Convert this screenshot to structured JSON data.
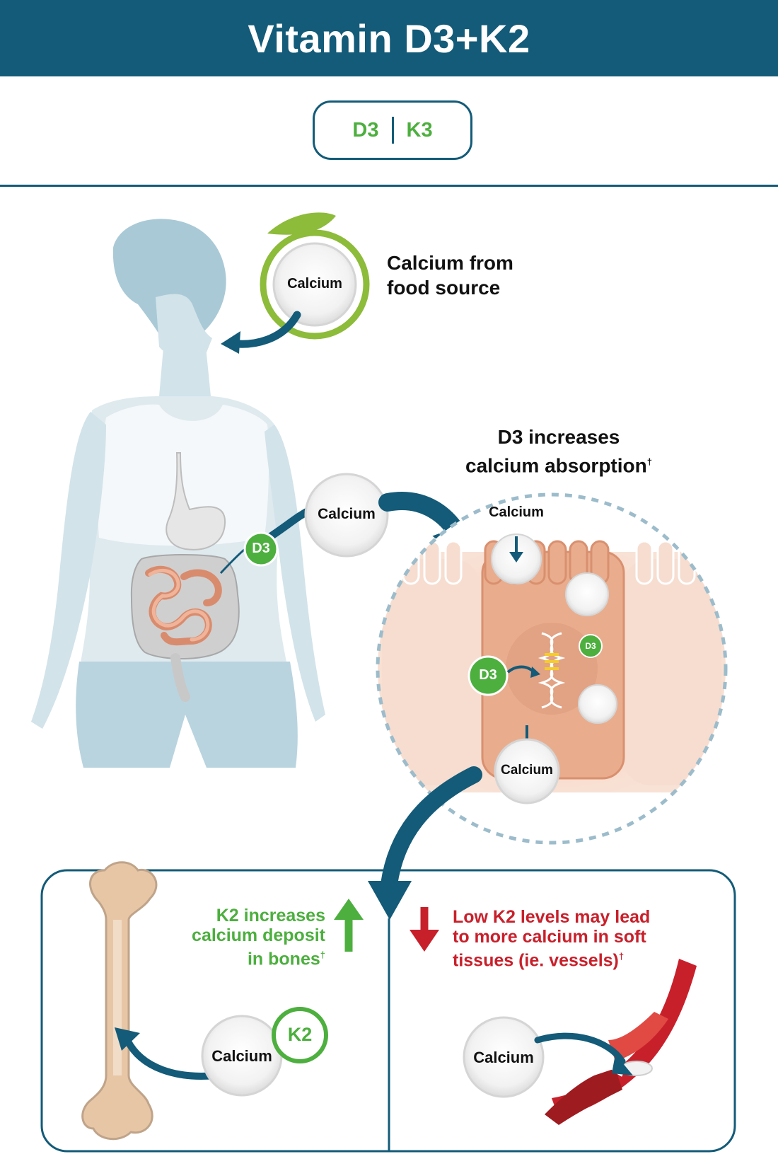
{
  "header": {
    "title": "Vitamin D3+K2"
  },
  "tabs": [
    {
      "label": "D3"
    },
    {
      "label": "K3"
    }
  ],
  "food": {
    "calcium_label": "Calcium",
    "caption_line1": "Calcium from",
    "caption_line2": "food source"
  },
  "intestine": {
    "d3_badge": "D3",
    "calcium_label": "Calcium"
  },
  "absorption": {
    "title_line1": "D3 increases",
    "title_line2": "calcium absorption",
    "dagger": "†",
    "calcium_in": "Calcium",
    "calcium_out": "Calcium",
    "d3_small": "D3",
    "d3_large": "D3"
  },
  "bones": {
    "text_line1": "K2 increases",
    "text_line2": "calcium deposit",
    "text_line3": "in bones",
    "dagger": "†",
    "calcium_label": "Calcium",
    "k2_badge": "K2"
  },
  "vessels": {
    "text_line1": "Low K2 levels may lead",
    "text_line2": "to more calcium in soft",
    "text_line3": "tissues (ie. vessels)",
    "dagger": "†",
    "calcium_label": "Calcium"
  },
  "colors": {
    "navy": "#135b78",
    "green": "#4caf3e",
    "red": "#c8202b",
    "body": "#c9dde5"
  }
}
